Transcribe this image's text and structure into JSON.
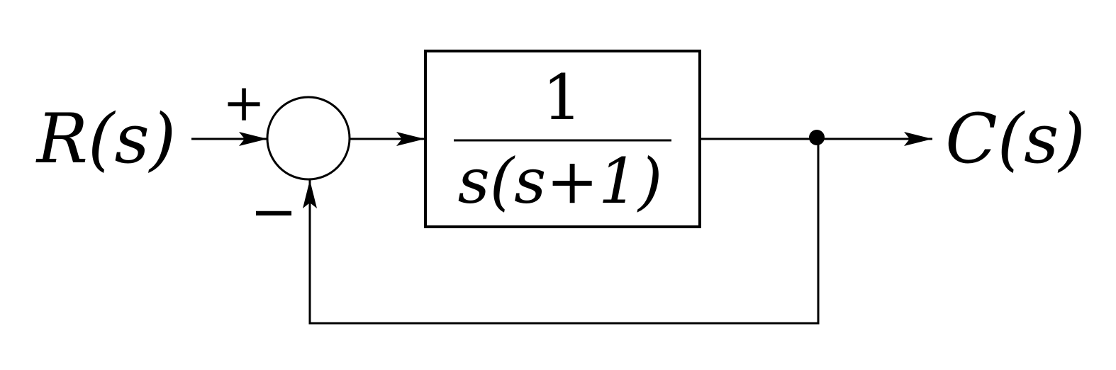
{
  "diagram": {
    "input_label": "R(s)",
    "output_label": "C(s)",
    "summing_junction": {
      "plus_sign": "+",
      "minus_sign": "−"
    },
    "transfer_function": {
      "numerator": "1",
      "denominator": "s(s+1)"
    },
    "colors": {
      "stroke": "#000000",
      "background": "#ffffff"
    }
  }
}
